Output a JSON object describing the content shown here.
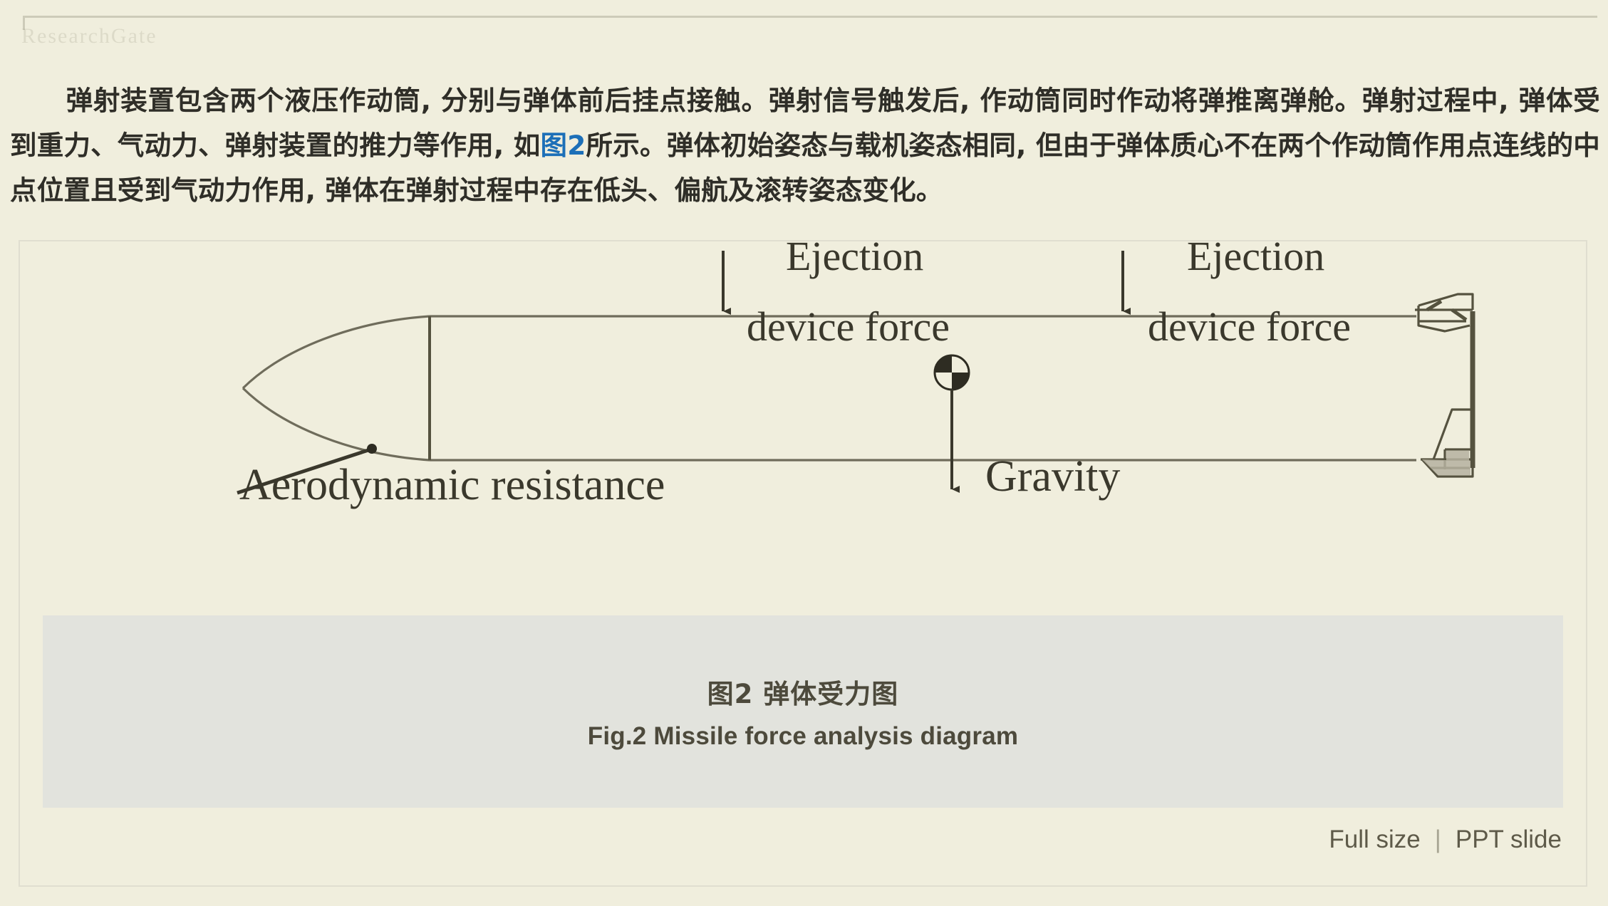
{
  "watermark": {
    "text": "ResearchGate"
  },
  "paragraph": {
    "part1": "弹射装置包含两个液压作动筒, 分别与弹体前后挂点接触。弹射信号触发后, 作动筒同时作动将弹推离弹舱。弹射过程中, 弹体受到重力、气动力、弹射装置的推力等作用, 如",
    "link": "图2",
    "part2": "所示。弹体初始姿态与载机姿态相同, 但由于弹体质心不在两个作动筒作用点连线的中点位置且受到气动力作用, 弹体在弹射过程中存在低头、偏航及滚转姿态变化。"
  },
  "figure": {
    "labels": {
      "ejection_force_1_line1": "Ejection",
      "ejection_force_1_line2": "device force",
      "ejection_force_2_line1": "Ejection",
      "ejection_force_2_line2": "device force",
      "aerodynamic_resistance": "Aerodynamic resistance",
      "gravity": "Gravity"
    },
    "caption_cn": "图2 弹体受力图",
    "caption_en": "Fig.2 Missile force analysis diagram",
    "footer": {
      "full_size": "Full size",
      "separator": "|",
      "ppt_slide": "PPT slide"
    }
  },
  "colors": {
    "page_background": "#f0eedd",
    "caption_band": "#e2e3dd",
    "link_blue": "#1c6fb8",
    "line_ink": "#4a4738",
    "text": "#2f2e28"
  }
}
